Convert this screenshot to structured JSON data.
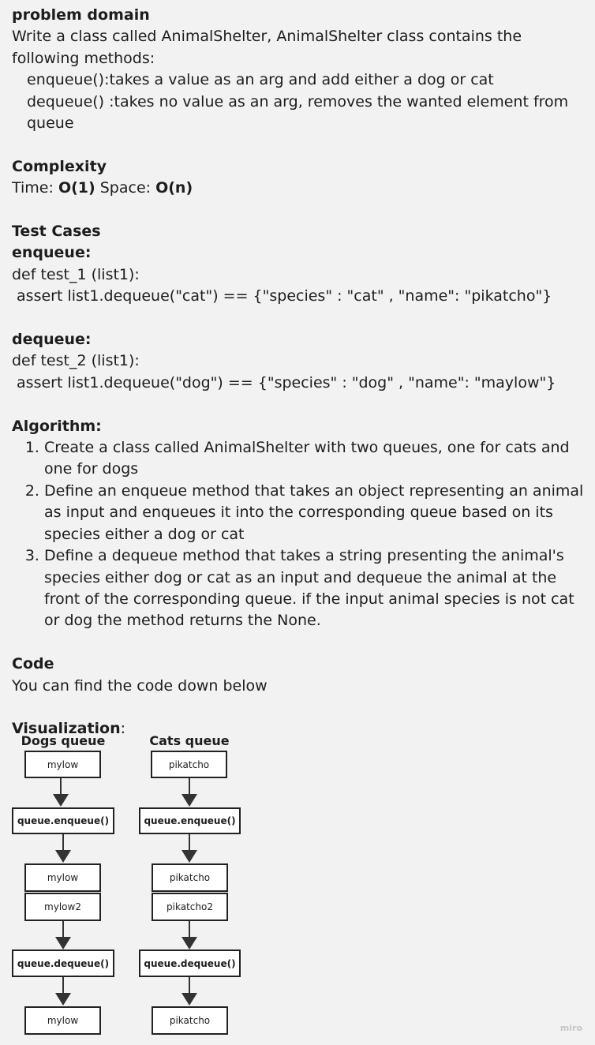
{
  "problem": {
    "heading": "problem domain",
    "intro": "Write a class called AnimalShelter, AnimalShelter  class contains the following methods:",
    "methods": [
      "enqueue():takes a value as an arg and add either a dog or cat",
      "dequeue() :takes no value as an arg, removes the wanted element from queue"
    ]
  },
  "complexity": {
    "heading": "Complexity",
    "time_label": "Time: ",
    "time_value": "O(1)",
    "space_label": " Space: ",
    "space_value": "O(n)"
  },
  "tests": {
    "heading": "Test Cases",
    "enqueue_heading": "enqueue:",
    "test1_def": "def test_1 (list1):",
    "test1_assert": " assert list1.dequeue(\"cat\") == {\"species\" : \"cat\" , \"name\": \"pikatcho\"}",
    "dequeue_heading": "dequeue:",
    "test2_def": "def test_2 (list1):",
    "test2_assert": " assert list1.dequeue(\"dog\") == {\"species\" : \"dog\" , \"name\": \"maylow\"}"
  },
  "algorithm": {
    "heading": "Algorithm:",
    "steps": [
      "Create a class called AnimalShelter with two queues, one for cats and one for dogs",
      "Define an enqueue method that takes an object representing an animal as input and enqueues it into the corresponding queue based on its species either a dog or cat",
      "Define a dequeue method that takes a string presenting the animal's species either dog or cat as an input and dequeue the animal at the front of the corresponding queue. if the input animal species is not cat or dog the method returns the None."
    ]
  },
  "code": {
    "heading": "Code",
    "text": "You can find the code down below"
  },
  "visualization": {
    "heading": "Visualization",
    "colon": ":",
    "dogs": {
      "title": "Dogs queue",
      "input": "mylow",
      "enqueue": "queue.enqueue()",
      "queue_items": [
        "mylow",
        "mylow2"
      ],
      "dequeue": "queue.dequeue()",
      "output": "mylow"
    },
    "cats": {
      "title": "Cats queue",
      "input": "pikatcho",
      "enqueue": "queue.enqueue()",
      "queue_items": [
        "pikatcho",
        "pikatcho2"
      ],
      "dequeue": "queue.dequeue()",
      "output": "pikatcho"
    },
    "watermark": "miro"
  }
}
